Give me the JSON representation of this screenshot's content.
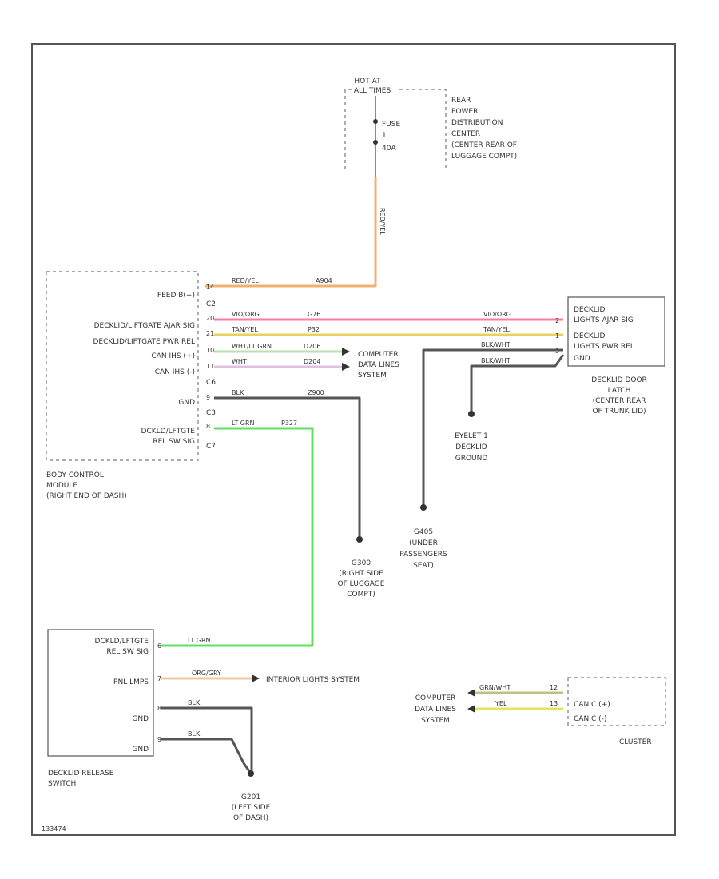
{
  "hot_label": [
    "HOT AT",
    "ALL TIMES"
  ],
  "rpdc": [
    "REAR",
    "POWER",
    "DISTRIBUTION",
    "CENTER",
    "(CENTER REAR OF",
    "LUGGAGE COMPT)"
  ],
  "fuse": {
    "name": "FUSE",
    "number": "1",
    "amps": "40A"
  },
  "feed_wire_color": "RED/YEL",
  "bcm": {
    "name": [
      "BODY CONTROL",
      "MODULE",
      "(RIGHT END OF DASH)"
    ],
    "pins": [
      {
        "label": "FEED B(+)",
        "pin": "14",
        "conn": "C2"
      },
      {
        "label": "DECKLID/LIFTGATE AJAR SIG",
        "pin": "20"
      },
      {
        "label": "DECKLID/LIFTGATE PWR REL",
        "pin": "21"
      },
      {
        "label": "CAN IHS (+)",
        "pin": "10"
      },
      {
        "label": "CAN IHS (-)",
        "pin": "11",
        "conn": "C6"
      },
      {
        "label": "GND",
        "pin": "9",
        "conn": "C3"
      },
      {
        "label": "DCKLD/LFTGTE REL SW SIG",
        "pin": "8",
        "conn": "C7"
      }
    ]
  },
  "wires": {
    "feed": {
      "color": "RED/YEL",
      "circuit": "A904"
    },
    "ajar": {
      "color": "VIO/ORG",
      "circuit": "G76"
    },
    "pwr_rel": {
      "color": "TAN/YEL",
      "circuit": "P32"
    },
    "can_plus": {
      "color": "WHT/LT GRN",
      "circuit": "D206"
    },
    "can_minus": {
      "color": "WHT",
      "circuit": "D204"
    },
    "bcm_gnd": {
      "color": "BLK",
      "circuit": "Z900"
    },
    "rel_sw": {
      "color": "LT GRN",
      "circuit": "P327"
    }
  },
  "computer_data": [
    "COMPUTER",
    "DATA LINES",
    "SYSTEM"
  ],
  "latch": {
    "pins": [
      {
        "label": "DECKLID",
        "label2": "LIGHTS AJAR SIG",
        "pin": "2"
      },
      {
        "label": "DECKLID",
        "label2": "LIGHTS PWR REL",
        "pin": "1"
      },
      {
        "label": "GND",
        "pin": "3"
      }
    ],
    "name": [
      "DECKLID DOOR",
      "LATCH",
      "(CENTER REAR",
      "OF TRUNK LID)"
    ],
    "gnd_wires": [
      "BLK/WHT",
      "BLK/WHT"
    ]
  },
  "eyelet": [
    "EYELET 1",
    "DECKLID",
    "GROUND"
  ],
  "g405": [
    "G405",
    "(UNDER",
    "PASSENGERS",
    "SEAT)"
  ],
  "g300": [
    "G300",
    "(RIGHT SIDE",
    "OF LUGGAGE",
    "COMPT)"
  ],
  "switch": {
    "name": [
      "DECKLID RELEASE",
      "SWITCH"
    ],
    "pins": [
      {
        "label": "DCKLD/LFTGTE",
        "label2": "REL SW SIG",
        "pin": "6",
        "wire": "LT GRN"
      },
      {
        "label": "PNL LMPS",
        "pin": "7",
        "wire": "ORG/GRY"
      },
      {
        "label": "GND",
        "pin": "8",
        "wire": "BLK"
      },
      {
        "label": "GND",
        "pin": "9",
        "wire": "BLK"
      }
    ]
  },
  "interior_lights": "INTERIOR LIGHTS SYSTEM",
  "g201": [
    "G201",
    "(LEFT SIDE",
    "OF DASH)"
  ],
  "cluster": {
    "name": "CLUSTER",
    "pins": [
      {
        "label": "CAN C (+)",
        "pin": "12",
        "wire": "GRN/WHT"
      },
      {
        "label": "CAN C (-)",
        "pin": "13",
        "wire": "YEL"
      }
    ]
  },
  "footer_code": "133474",
  "colors": {
    "red_yel": "#f0b070",
    "vio_org": "#f080a0",
    "tan_yel": "#e8d060",
    "lt_grn": "#60e060",
    "wht_ltgrn": "#b8e0b0",
    "wht": "#e0c0e0",
    "blk": "#555555",
    "org_gry": "#f0c8a0",
    "grn_wht": "#c0c080",
    "yel": "#e8e060"
  }
}
